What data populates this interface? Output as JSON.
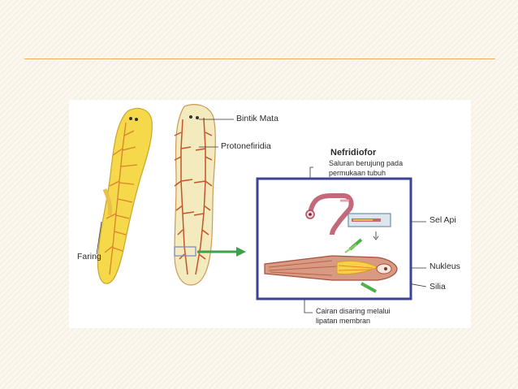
{
  "figure": {
    "labels": {
      "eyespot": "Bintik Mata",
      "protonephridia": "Protonefiridia",
      "nephridiopore": "Nefridiofor",
      "nephridiopore_desc_line1": "Saluran berujung pada",
      "nephridiopore_desc_line2": "permukaan tubuh",
      "flame_cell": "Sel Api",
      "pharynx": "Faring",
      "nucleus": "Nukleus",
      "cilia": "Silia",
      "filtration_line1": "Cairan disaring melalui",
      "filtration_line2": "lipatan membran"
    }
  },
  "colors": {
    "border_box": "#3c4393",
    "rule": "#f0b060",
    "arrow": "#3aa24a",
    "worm_fill": "#f6d94a",
    "network": "#c2552b"
  }
}
